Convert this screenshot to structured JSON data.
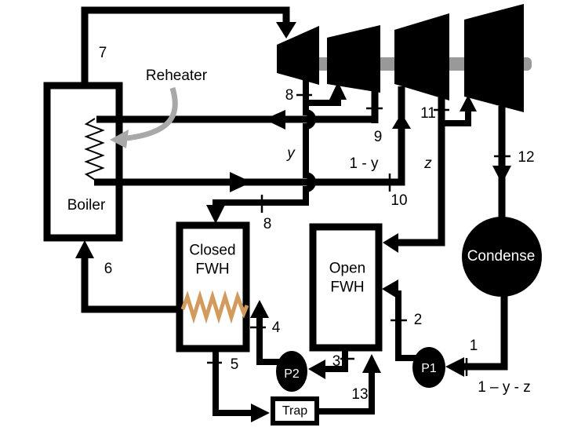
{
  "diagram": {
    "components": {
      "boiler": "Boiler",
      "reheater": "Reheater",
      "closed_fwh": {
        "line1": "Closed",
        "line2": "FWH"
      },
      "open_fwh": {
        "line1": "Open",
        "line2": "FWH"
      },
      "condenser": "Condense",
      "pump1": "P1",
      "pump2": "P2",
      "trap": "Trap"
    },
    "state_points": {
      "s1": "1",
      "s2": "2",
      "s3": "3",
      "s4": "4",
      "s5": "5",
      "s6": "6",
      "s7": "7",
      "s8_turbine": "8",
      "s8_fwh": "8",
      "s9": "9",
      "s10": "10",
      "s11": "11",
      "s12": "12",
      "s13": "13"
    },
    "flow_fractions": {
      "y": "y",
      "one_minus_y": "1 - y",
      "z": "z",
      "one_minus_y_minus_z": "1 – y - z"
    },
    "colors": {
      "line": "#000000",
      "shaft": "#999999",
      "reheater_arrow": "#a8a8a8",
      "fwh_coil": "#d29a5c",
      "background": "#ffffff"
    }
  }
}
